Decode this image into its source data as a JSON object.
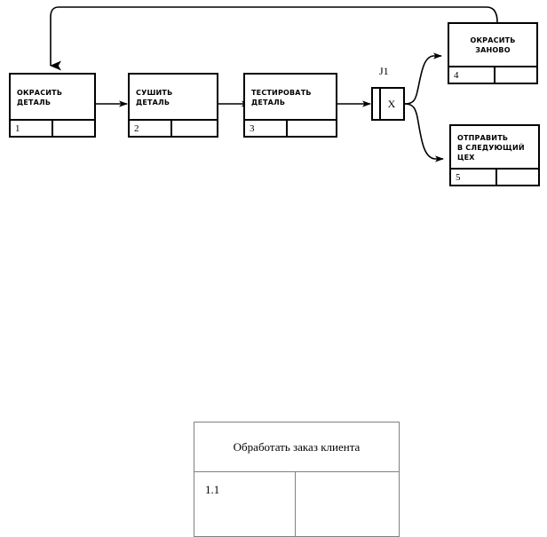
{
  "diagram": {
    "type": "IDEF3 process flow diagram",
    "boxes": [
      {
        "id": "1",
        "title": "ОКРАСИТЬ\nДЕТАЛЬ",
        "ref": ""
      },
      {
        "id": "2",
        "title": "СУШИТЬ\nДЕТАЛЬ",
        "ref": ""
      },
      {
        "id": "3",
        "title": "ТЕСТИРОВАТЬ\nДЕТАЛЬ",
        "ref": ""
      },
      {
        "id": "4",
        "title": "ОКРАСИТЬ\nЗАНОВО",
        "ref": ""
      },
      {
        "id": "5",
        "title": "ОТПРАВИТЬ\nВ СЛЕДУЮЩИЙ\nЦЕХ",
        "ref": ""
      }
    ],
    "junction": {
      "label": "J1",
      "type": "X"
    },
    "line_color": "#000000"
  },
  "activity": {
    "name": "Обработать заказ клиента",
    "number": "1.1",
    "reference": "",
    "border_color": "#808080"
  }
}
